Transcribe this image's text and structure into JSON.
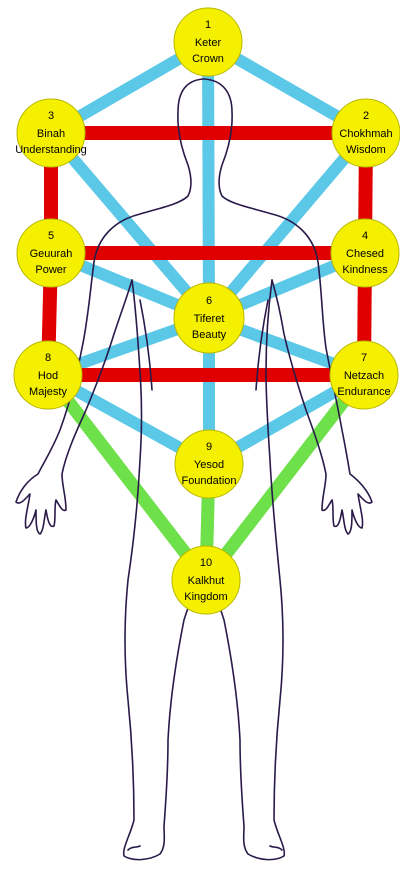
{
  "colors": {
    "pillar_red": "#e00000",
    "path_blue": "#5bc8e8",
    "path_green": "#6ee04a",
    "sephira_fill": "#f5f000",
    "sephira_stroke": "#b8b800",
    "body_outline": "#2a1a4a",
    "background": "#ffffff"
  },
  "sephirot": [
    {
      "id": "1",
      "number": "1",
      "name": "Keter",
      "meaning": "Crown"
    },
    {
      "id": "2",
      "number": "2",
      "name": "Chokhmah",
      "meaning": "Wisdom"
    },
    {
      "id": "3",
      "number": "3",
      "name": "Binah",
      "meaning": "Understanding"
    },
    {
      "id": "4",
      "number": "4",
      "name": "Chesed",
      "meaning": "Kindness"
    },
    {
      "id": "5",
      "number": "5",
      "name": "Geuurah",
      "meaning": "Power"
    },
    {
      "id": "6",
      "number": "6",
      "name": "Tiferet",
      "meaning": "Beauty"
    },
    {
      "id": "7",
      "number": "7",
      "name": "Netzach",
      "meaning": "Endurance"
    },
    {
      "id": "8",
      "number": "8",
      "name": "Hod",
      "meaning": "Majesty"
    },
    {
      "id": "9",
      "number": "9",
      "name": "Yesod",
      "meaning": "Foundation"
    },
    {
      "id": "10",
      "number": "10",
      "name": "Kalkhut",
      "meaning": "Kingdom"
    }
  ],
  "paths": [
    {
      "from": "1",
      "to": "2",
      "color": "blue"
    },
    {
      "from": "1",
      "to": "3",
      "color": "blue"
    },
    {
      "from": "1",
      "to": "6",
      "color": "blue"
    },
    {
      "from": "2",
      "to": "6",
      "color": "blue"
    },
    {
      "from": "3",
      "to": "6",
      "color": "blue"
    },
    {
      "from": "4",
      "to": "6",
      "color": "blue"
    },
    {
      "from": "5",
      "to": "6",
      "color": "blue"
    },
    {
      "from": "6",
      "to": "7",
      "color": "blue"
    },
    {
      "from": "6",
      "to": "8",
      "color": "blue"
    },
    {
      "from": "6",
      "to": "9",
      "color": "blue"
    },
    {
      "from": "7",
      "to": "9",
      "color": "blue"
    },
    {
      "from": "8",
      "to": "9",
      "color": "blue"
    },
    {
      "from": "3",
      "to": "2",
      "color": "red"
    },
    {
      "from": "5",
      "to": "4",
      "color": "red"
    },
    {
      "from": "8",
      "to": "7",
      "color": "red"
    },
    {
      "from": "3",
      "to": "5",
      "color": "red"
    },
    {
      "from": "5",
      "to": "8",
      "color": "red"
    },
    {
      "from": "2",
      "to": "4",
      "color": "red"
    },
    {
      "from": "4",
      "to": "7",
      "color": "red"
    },
    {
      "from": "8",
      "to": "10",
      "color": "green"
    },
    {
      "from": "7",
      "to": "10",
      "color": "green"
    },
    {
      "from": "9",
      "to": "10",
      "color": "green"
    }
  ]
}
